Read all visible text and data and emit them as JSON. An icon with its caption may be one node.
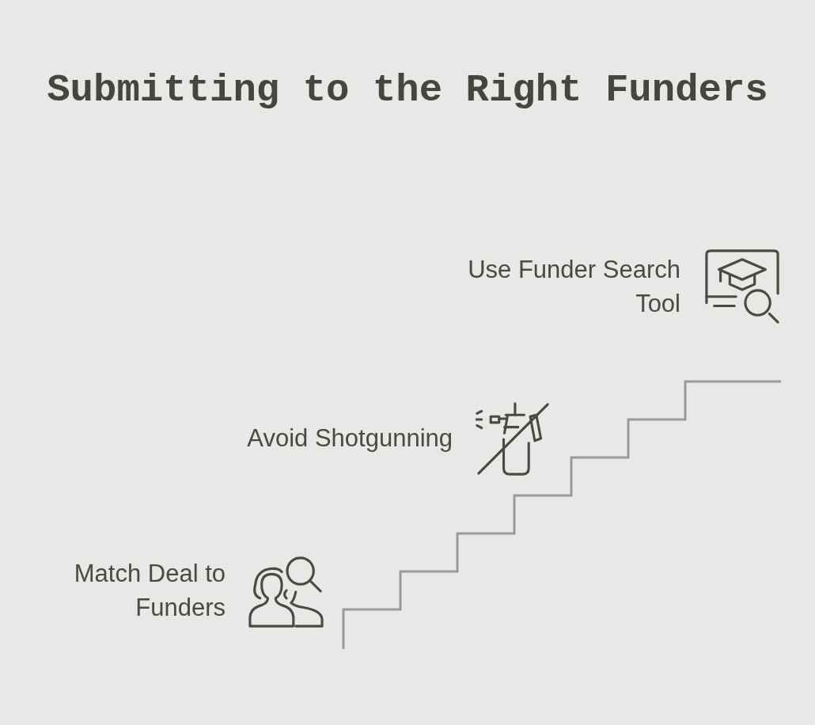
{
  "diagram": {
    "title": "Submitting to the Right Funders",
    "labels": [
      "Use Funder Search Tool",
      "Avoid Shotgunning",
      "Match Deal to Funders"
    ]
  }
}
